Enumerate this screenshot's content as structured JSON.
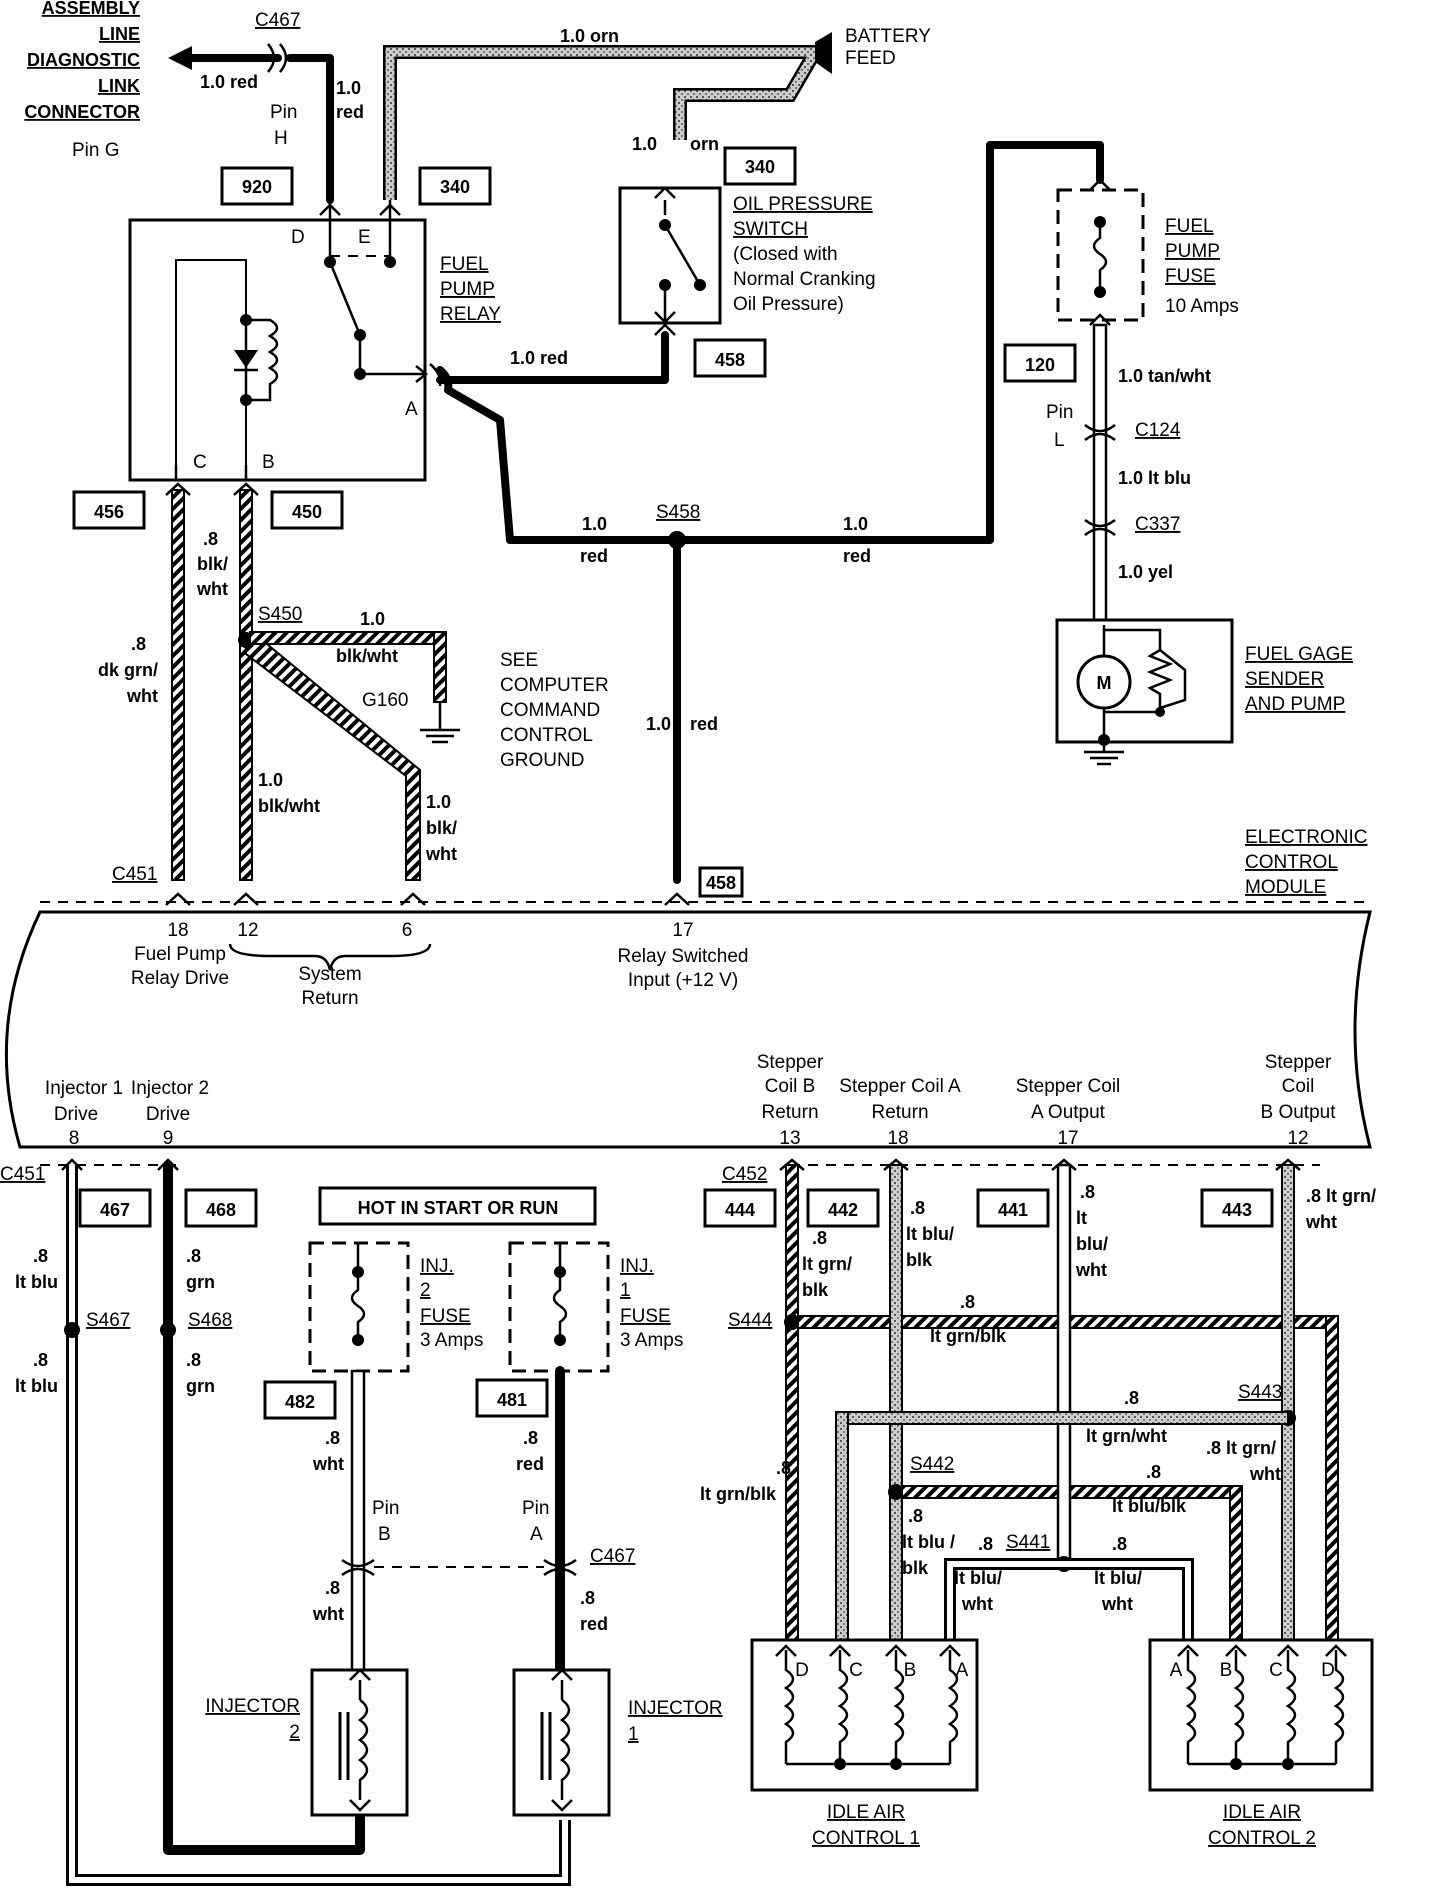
{
  "module_title": [
    "ELECTRONIC",
    "CONTROL",
    "MODULE"
  ],
  "connector_labels": {
    "aldl": [
      "ASSEMBLY",
      "LINE",
      "DIAGNOSTIC",
      "LINK",
      "CONNECTOR"
    ],
    "aldl_pin": "Pin G",
    "c467_top": "C467",
    "c467_pin_h": "Pin",
    "c467_pin_h2": "H",
    "c467_bottom": "C467",
    "pin_b": "Pin",
    "pin_b2": "B",
    "pin_a": "Pin",
    "pin_a2": "A",
    "pin_l": "Pin",
    "pin_l2": "L",
    "c124": "C124",
    "c337": "C337",
    "c451_top": "C451",
    "c451_bottom": "C451",
    "c452": "C452",
    "battery": [
      "BATTERY",
      "FEED"
    ]
  },
  "components": {
    "fuel_pump_relay": [
      "FUEL",
      "PUMP",
      "RELAY"
    ],
    "relay_pins": {
      "d": "D",
      "e": "E",
      "a": "A",
      "b": "B",
      "c": "C"
    },
    "oil_pressure_switch": [
      "OIL PRESSURE",
      "SWITCH",
      "(Closed with",
      "Normal Cranking",
      "Oil Pressure)"
    ],
    "fuel_pump_fuse": [
      "FUEL",
      "PUMP",
      "FUSE",
      "10 Amps"
    ],
    "fuel_gage": [
      "FUEL GAGE",
      "SENDER",
      "AND PUMP"
    ],
    "motor_label": "M",
    "ground_note": [
      "SEE",
      "COMPUTER",
      "COMMAND",
      "CONTROL",
      "GROUND"
    ],
    "g160": "G160",
    "hot_in_start": "HOT IN START OR RUN",
    "inj2_fuse": [
      "INJ.",
      "2",
      "FUSE",
      "3 Amps"
    ],
    "inj1_fuse": [
      "INJ.",
      "1",
      "FUSE",
      "3 Amps"
    ],
    "injector2": [
      "INJECTOR",
      "2"
    ],
    "injector1": [
      "INJECTOR",
      "1"
    ],
    "iac1": [
      "IDLE AIR",
      "CONTROL 1"
    ],
    "iac2": [
      "IDLE AIR",
      "CONTROL 2"
    ],
    "iac1_pins": [
      "D",
      "C",
      "B",
      "A"
    ],
    "iac2_pins": [
      "A",
      "B",
      "C",
      "D"
    ]
  },
  "circuit_numbers": {
    "c920": "920",
    "c340a": "340",
    "c340b": "340",
    "c458a": "458",
    "c120": "120",
    "c456": "456",
    "c450": "450",
    "c458b": "458",
    "c467": "467",
    "c468": "468",
    "c482": "482",
    "c481": "481",
    "c444": "444",
    "c442": "442",
    "c441": "441",
    "c443": "443"
  },
  "wire_labels": {
    "top_red_a": "1.0 red",
    "top_red_b1": "1.0",
    "top_red_b2": "red",
    "orn_a": "1.0 orn",
    "orn_b1": "1.0",
    "orn_b2": "orn",
    "relay_a_red": "1.0 red",
    "tan_wht": "1.0 tan/wht",
    "lt_blu": "1.0 lt blu",
    "yel": "1.0 yel",
    "red_left1": "1.0",
    "red_left2": "red",
    "red_right1": "1.0",
    "red_right2": "red",
    "red_down1": "1.0",
    "red_down2": "red",
    "s458": "S458",
    "s450": "S450",
    "gnd1": "1.0",
    "gnd2": "blk/wht",
    "dkgrn": [
      ".8",
      "dk grn/",
      "wht"
    ],
    "blkwht8": [
      ".8",
      "blk/",
      "wht"
    ],
    "blkwht10a": [
      "1.0",
      "blk/wht"
    ],
    "blkwht10b": [
      "1.0",
      "blk/",
      "wht"
    ],
    "ltblu_a": [
      ".8",
      "lt blu"
    ],
    "ltblu_b": [
      ".8",
      "lt blu"
    ],
    "grn_a": [
      ".8",
      "grn"
    ],
    "grn_b": [
      ".8",
      "grn"
    ],
    "s467": "S467",
    "s468": "S468",
    "wht_a": [
      ".8",
      "wht"
    ],
    "wht_b": [
      ".8",
      "wht"
    ],
    "red8_a": [
      ".8",
      "red"
    ],
    "red8_b": [
      ".8",
      "red"
    ],
    "ltgrnblk_a": [
      ".8",
      "lt grn/",
      "blk"
    ],
    "ltblublk_a": [
      ".8",
      "lt blu/",
      "blk"
    ],
    "ltbluwht_a": [
      ".8",
      "lt",
      "blu/",
      "wht"
    ],
    "ltgrnwht_a": [
      ".8 lt grn/",
      "wht"
    ],
    "s444": "S444",
    "ltgrnblk_h": [
      ".8",
      "lt grn/blk"
    ],
    "s443": "S443",
    "ltgrnwht_h": [
      ".8",
      "lt grn/wht"
    ],
    "ltgrnwht_v": [
      ".8 lt grn/",
      "wht"
    ],
    "ltgrnblk_v": [
      ".8",
      "lt grn/blk"
    ],
    "s442": "S442",
    "ltblublk_h": [
      ".8",
      "lt blu/blk"
    ],
    "ltblublk_v": [
      ".8",
      "lt blu /",
      "blk"
    ],
    "s441": "S441",
    "ltbluwht_l": [
      ".8",
      "lt blu/",
      "wht"
    ],
    "ltbluwht_r": [
      ".8",
      "lt blu/",
      "wht"
    ]
  },
  "ecm_pins_top": [
    {
      "num": "18",
      "desc": [
        "Fuel Pump",
        "Relay Drive"
      ]
    },
    {
      "num": "12",
      "desc": []
    },
    {
      "num": "6",
      "desc": []
    },
    {
      "num": "17",
      "desc": [
        "Relay Switched",
        "Input (+12 V)"
      ]
    }
  ],
  "system_return": [
    "System",
    "Return"
  ],
  "ecm_pins_bottom": [
    {
      "num": "8",
      "desc": [
        "Injector 1",
        "Drive"
      ]
    },
    {
      "num": "9",
      "desc": [
        "Injector 2",
        "Drive"
      ]
    },
    {
      "num": "13",
      "desc": [
        "Stepper",
        "Coil B",
        "Return"
      ]
    },
    {
      "num": "18",
      "desc": [
        "Stepper Coil A",
        "Return"
      ]
    },
    {
      "num": "17",
      "desc": [
        "Stepper Coil",
        "A Output"
      ]
    },
    {
      "num": "12",
      "desc": [
        "Stepper",
        "Coil",
        "B Output"
      ]
    }
  ]
}
